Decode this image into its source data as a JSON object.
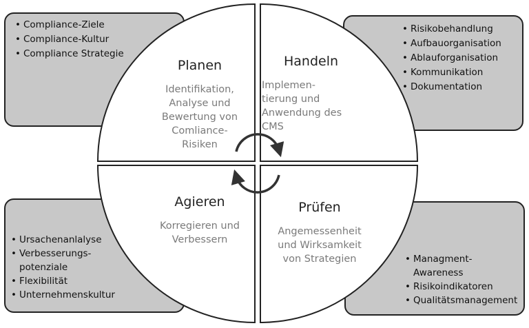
{
  "boxes": {
    "top_left": [
      "Compliance-Ziele",
      "Compliance-Kultur",
      "Compliance Strategie"
    ],
    "top_right": [
      "Risikobehandlung",
      "Aufbauorganisation",
      "Ablauforganisation",
      "Kommunikation",
      "Dokumentation"
    ],
    "bottom_left": [
      "Ursachenanlalyse",
      "Verbesserungs-\npotenziale",
      "Flexibilität",
      "Unternehmenskultur"
    ],
    "bottom_right": [
      "Managment-\nAwareness",
      "Risikoindikatoren",
      "Qualitätsmanagement"
    ]
  },
  "quadrants": {
    "planen": {
      "title": "Planen",
      "body": "Identifikation,\nAnalyse und\nBewertung von\nComliance-\nRisiken"
    },
    "handeln": {
      "title": "Handeln",
      "body": "Implemen-\ntierung und\nAnwendung des\nCMS"
    },
    "agieren": {
      "title": "Agieren",
      "body": "Korregieren und\nVerbessern"
    },
    "pruefen": {
      "title": "Prüfen",
      "body": "Angemessenheit\nund Wirksamkeit\nvon Strategien"
    }
  },
  "colors": {
    "box_fill": "#c8c8c8",
    "outline": "#222222",
    "body_text": "#7a7a7a"
  },
  "icons": {
    "center": "cycle-arrows-icon"
  }
}
